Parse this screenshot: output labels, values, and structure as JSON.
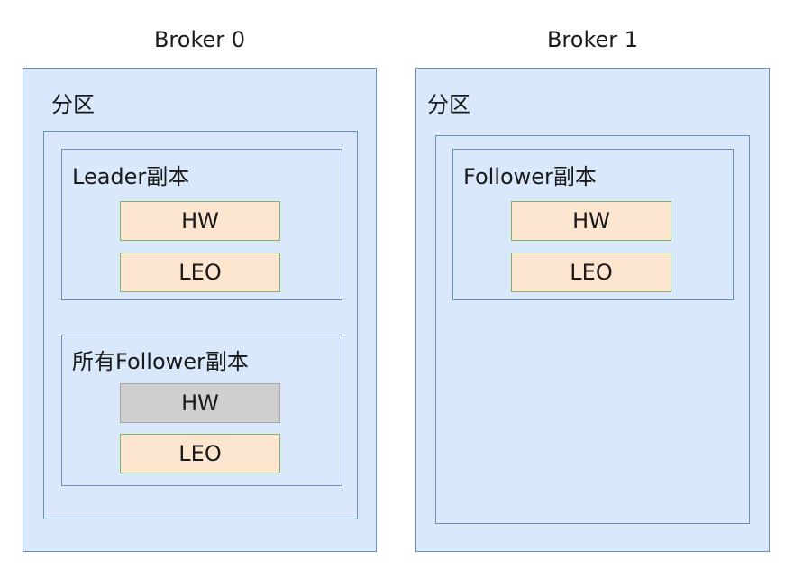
{
  "brokers": [
    {
      "title": "Broker 0",
      "partition_label": "分区",
      "replicas": [
        {
          "label": "Leader副本",
          "fields": [
            "HW",
            "LEO"
          ]
        },
        {
          "label": "所有Follower副本",
          "fields": [
            "HW",
            "LEO"
          ]
        }
      ]
    },
    {
      "title": "Broker 1",
      "partition_label": "分区",
      "replicas": [
        {
          "label": "Follower副本",
          "fields": [
            "HW",
            "LEO"
          ]
        }
      ]
    }
  ],
  "colors": {
    "panel_fill": "#dae8fc",
    "panel_border": "#6c8ebf",
    "field_fill": "#fde6cf",
    "field_border": "#82b366",
    "field_greyed_fill": "#cfcfcf"
  }
}
